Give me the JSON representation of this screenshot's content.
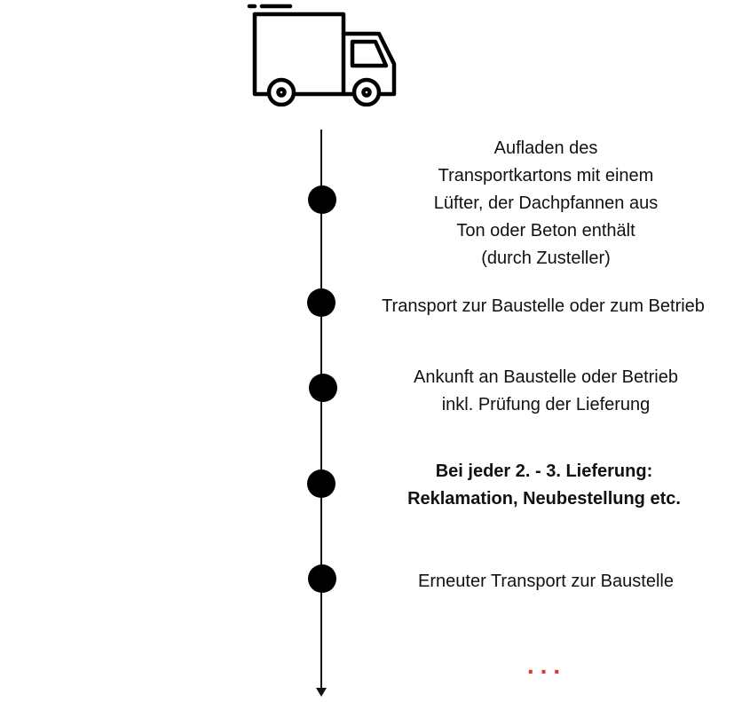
{
  "icon": "delivery-truck-icon",
  "colors": {
    "line": "#111111",
    "dots": "#000000",
    "ellipsis": "#e03a1e"
  },
  "steps": [
    {
      "text": "Aufladen des\nTransportkartons mit einem\nLüfter, der Dachpfannen aus\nTon oder Beton enthält\n(durch Zusteller)",
      "bold": false
    },
    {
      "text": "Transport zur Baustelle oder zum Betrieb",
      "bold": false
    },
    {
      "text": "Ankunft an Baustelle oder Betrieb\ninkl. Prüfung der Lieferung",
      "bold": false
    },
    {
      "text": "Bei jeder 2. - 3. Lieferung:\nReklamation, Neubestellung etc.",
      "bold": true
    },
    {
      "text": "Erneuter Transport zur Baustelle",
      "bold": false
    }
  ],
  "ellipsis": "..."
}
